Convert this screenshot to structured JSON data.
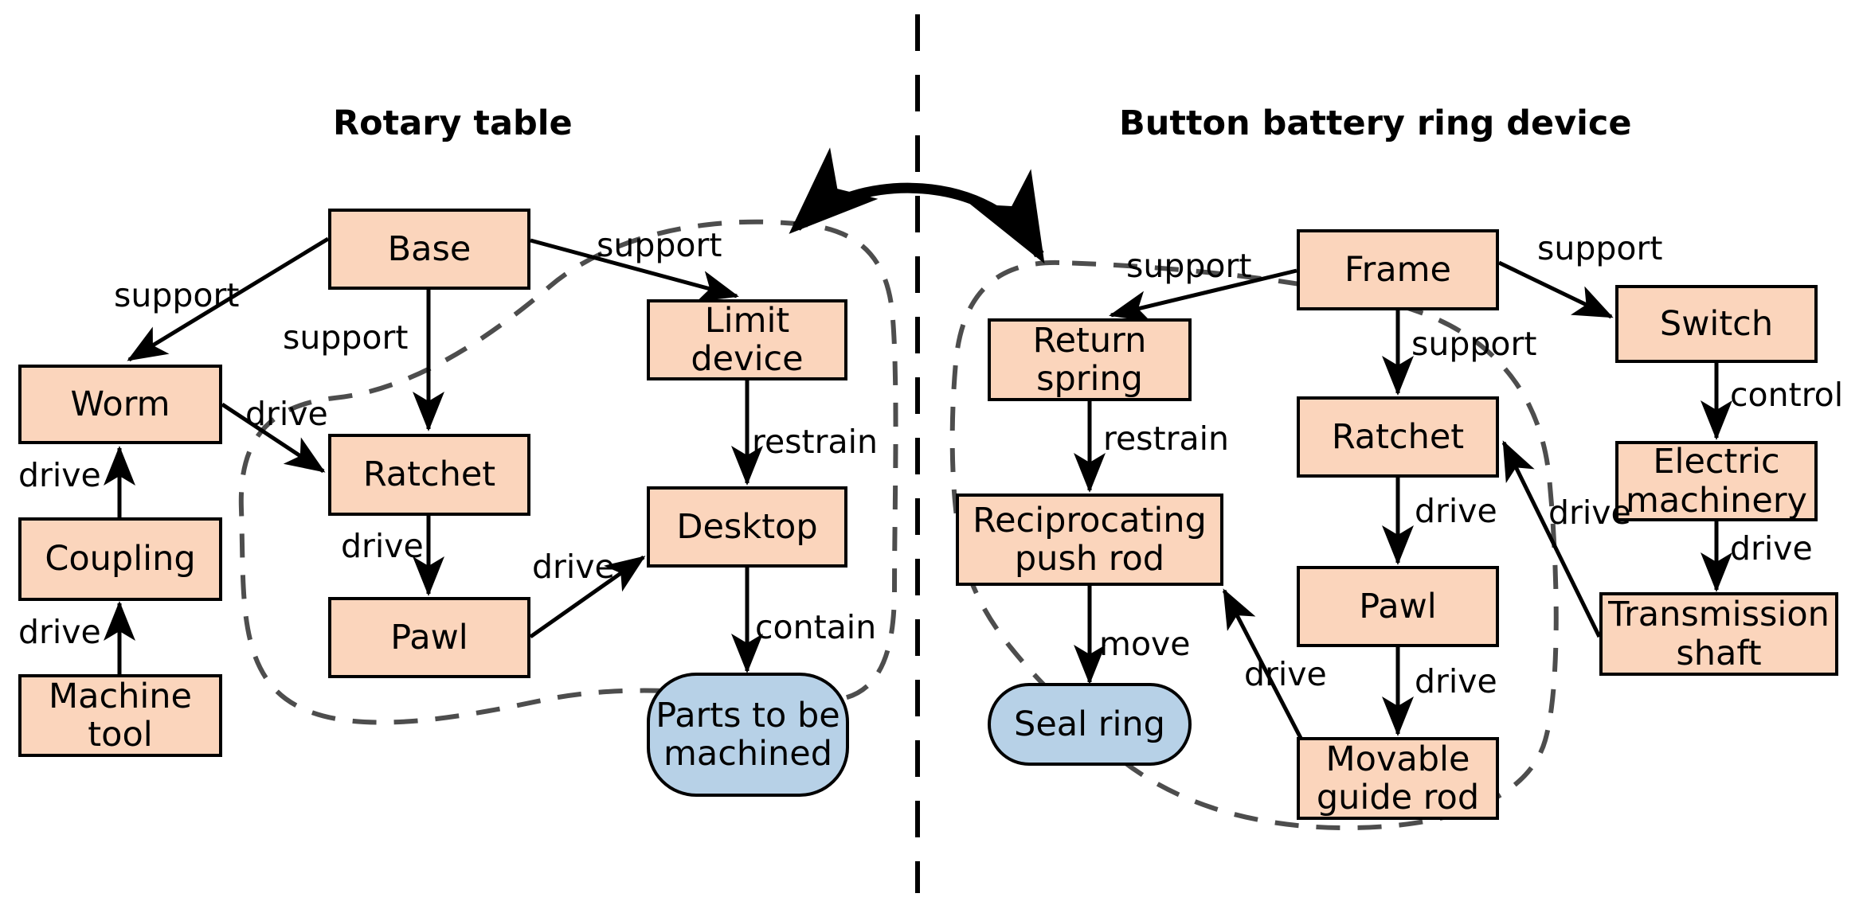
{
  "diagram": {
    "type": "two-panel component relation diagram",
    "left_panel_title": "Rotary table",
    "right_panel_title": "Button battery ring device",
    "divider": "vertical dashed line separating the two panels",
    "link_arrow": "bold curved double-headed arrow connecting the two dashed groupings"
  },
  "colors": {
    "node_fill": "#fbd5bc",
    "node_stroke": "#000000",
    "highlight_fill": "#b7d1e7",
    "dashed_group_stroke": "#4d4d4d",
    "text": "#000000"
  },
  "nodes": {
    "rotary": {
      "worm": "Worm",
      "coupling": "Coupling",
      "machine_tool": "Machine\ntool",
      "machine_tool_line1": "Machine",
      "machine_tool_line2": "tool",
      "base": "Base",
      "ratchet": "Ratchet",
      "pawl": "Pawl",
      "limit_device_line1": "Limit",
      "limit_device_line2": "device",
      "desktop": "Desktop",
      "parts_line1": "Parts to be",
      "parts_line2": "machined"
    },
    "button": {
      "return_spring_line1": "Return",
      "return_spring_line2": "spring",
      "push_rod_line1": "Reciprocating",
      "push_rod_line2": "push rod",
      "seal_ring": "Seal ring",
      "frame": "Frame",
      "ratchet": "Ratchet",
      "pawl": "Pawl",
      "guide_rod_line1": "Movable",
      "guide_rod_line2": "guide rod",
      "switch": "Switch",
      "electric_machinery_line1": "Electric",
      "electric_machinery_line2": "machinery",
      "transmission_shaft_line1": "Transmission",
      "transmission_shaft_line2": "shaft"
    }
  },
  "edge_labels": {
    "l_base_worm": "support",
    "l_base_ratchet": "support",
    "l_base_limit": "support",
    "l_coupling_worm": "drive",
    "l_machine_coupling": "drive",
    "l_worm_ratchet": "drive",
    "l_ratchet_pawl": "drive",
    "l_pawl_desktop": "drive",
    "l_limit_desktop": "restrain",
    "l_desktop_parts": "contain",
    "r_frame_return": "support",
    "r_frame_ratchet": "support",
    "r_frame_switch": "support",
    "r_return_pushrod": "restrain",
    "r_pushrod_seal": "move",
    "r_ratchet_pawl": "drive",
    "r_pawl_guide": "drive",
    "r_guide_pushrod": "drive",
    "r_shaft_ratchet": "drive",
    "r_switch_motor": "control",
    "r_motor_shaft": "drive"
  }
}
